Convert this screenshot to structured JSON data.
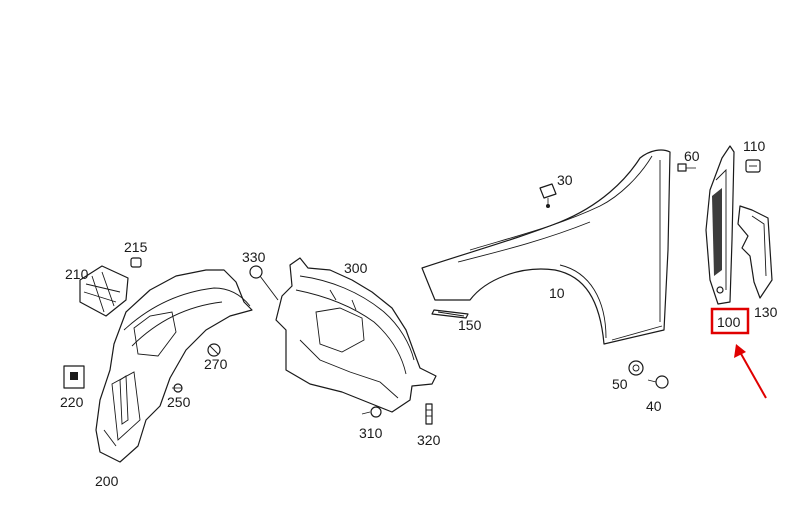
{
  "callouts": {
    "c10": "10",
    "c30": "30",
    "c40": "40",
    "c50": "50",
    "c60": "60",
    "c100": "100",
    "c110": "110",
    "c130": "130",
    "c150": "150",
    "c200": "200",
    "c210": "210",
    "c215": "215",
    "c220": "220",
    "c250": "250",
    "c270": "270",
    "c300": "300",
    "c310": "310",
    "c320": "320",
    "c330": "330"
  },
  "highlight": {
    "part": "100",
    "box_color": "#e00000",
    "arrow_color": "#e00000"
  },
  "colors": {
    "line": "#1a1a1a",
    "background": "#ffffff"
  }
}
